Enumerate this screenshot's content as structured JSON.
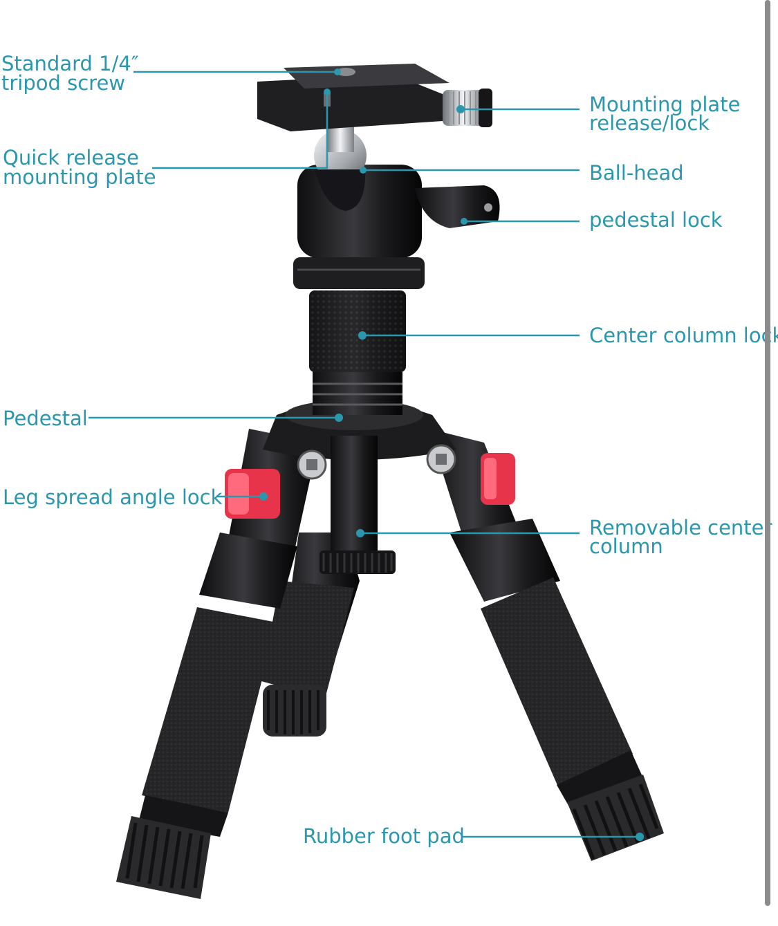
{
  "colors": {
    "accent": "#2a97ad",
    "metal_dark": "#1c1c1e",
    "foam": "#2a2a2a",
    "lock_red": "#e8344a"
  },
  "labels": {
    "screw_line1": "Standard 1/4″",
    "screw_line2": "tripod screw",
    "plate_lock_line1": "Mounting plate",
    "plate_lock_line2": "release/lock",
    "qr_plate_line1": "Quick release",
    "qr_plate_line2": "mounting plate",
    "ball_head": "Ball-head",
    "pedestal_lock": "pedestal lock",
    "center_column_lock": "Center column lock",
    "pedestal": "Pedestal",
    "leg_lock": "Leg spread angle lock",
    "center_column_line1": "Removable center",
    "center_column_line2": "column",
    "foot_pad": "Rubber foot pad"
  }
}
